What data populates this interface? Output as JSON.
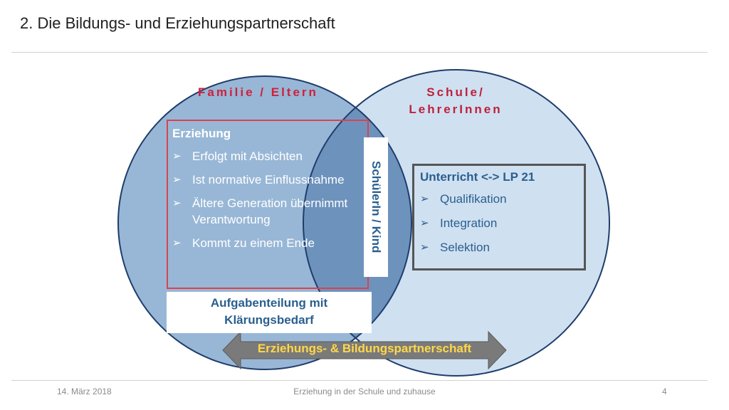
{
  "slide": {
    "title": "2. Die Bildungs- und Erziehungspartnerschaft"
  },
  "circles": {
    "family_label": "Familie / Eltern",
    "school_label": "Schule/ LehrerInnen",
    "family_color": "#98b7d6",
    "school_color": "#cfe0f1",
    "overlap_color": "#6d93bd",
    "outline_color": "#1f3d6b"
  },
  "erziehung": {
    "heading": "Erziehung",
    "items": [
      "Erfolgt mit Absichten",
      "Ist normative Einflussnahme",
      "Ältere Generation übernimmt Verantwortung",
      "Kommt zu einem Ende"
    ],
    "border_color": "#d9434f"
  },
  "unterricht": {
    "heading": "Unterricht <-> LP 21",
    "items": [
      "Qualifikation",
      "Integration",
      "Selektion"
    ]
  },
  "center_label": "SchülerIn / Kind",
  "task_box": {
    "line1": "Aufgabenteilung mit",
    "line2": "Klärungsbedarf"
  },
  "arrow": {
    "label": "Erziehungs- & Bildungspartnerschaft",
    "fill": "#7a7a7a",
    "text_color": "#ffd84a"
  },
  "bullet_glyph": "➢",
  "footer": {
    "date": "14. März 2018",
    "center": "Erziehung in der Schule und zuhause",
    "page": "4"
  }
}
